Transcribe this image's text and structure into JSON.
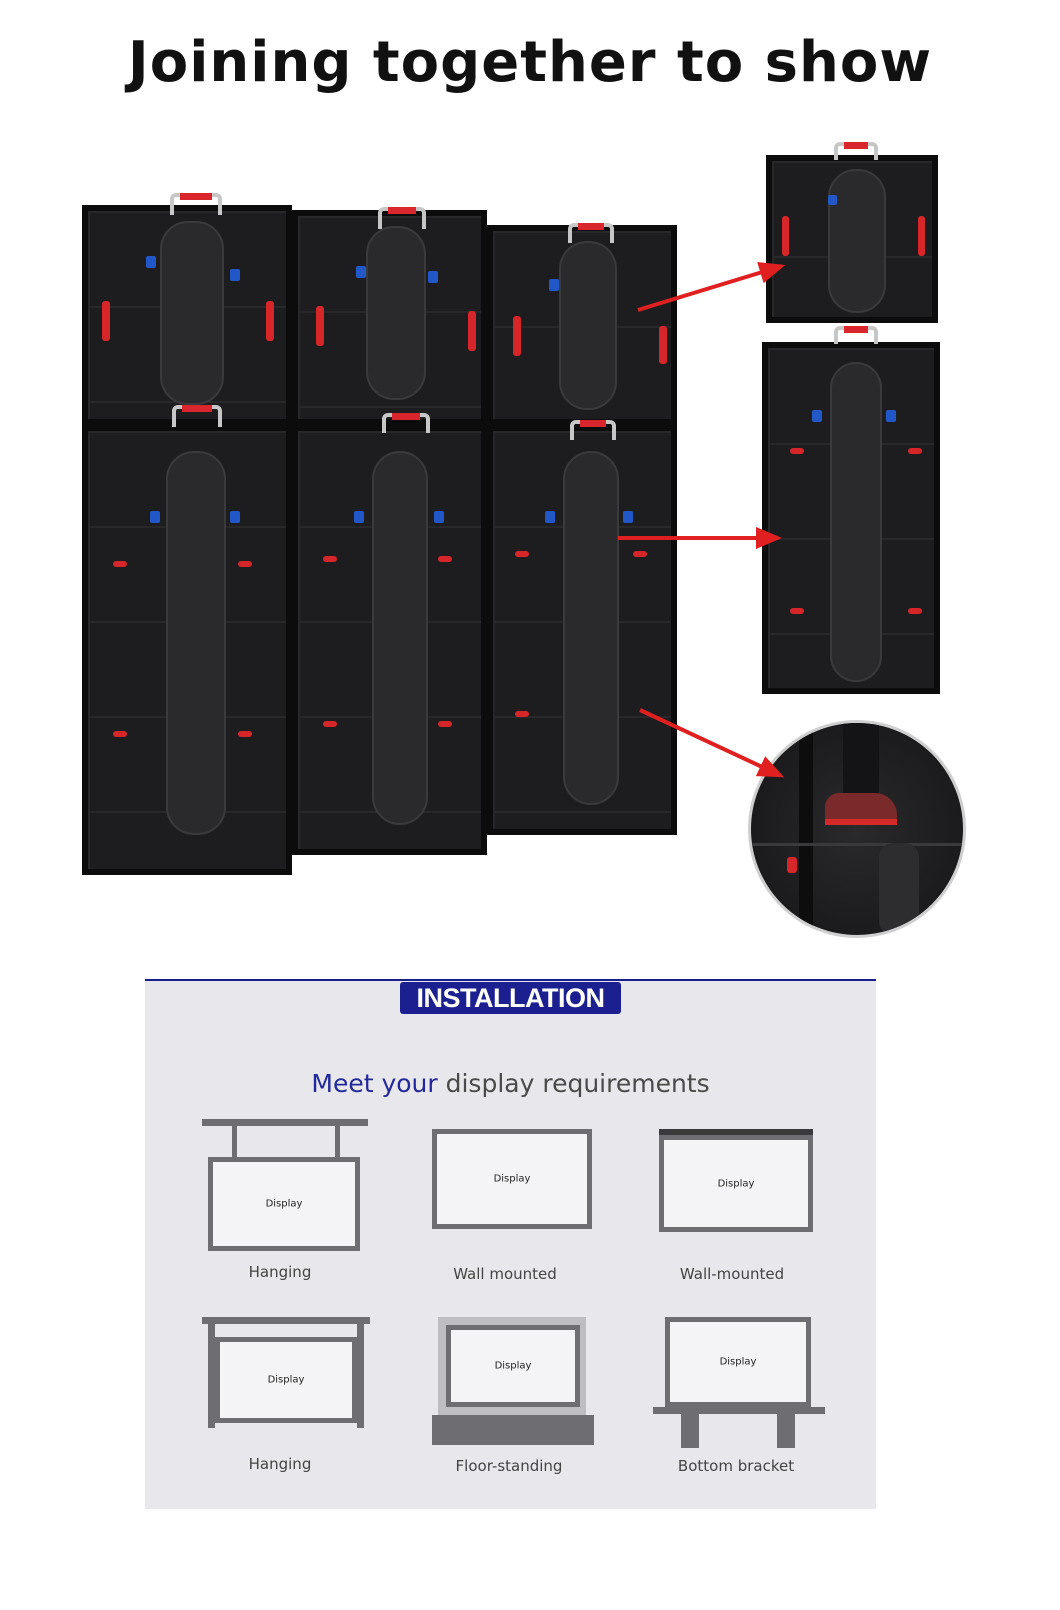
{
  "title": "Joining together to show",
  "installation": {
    "badge": "INSTALLATION",
    "subtitle_highlight": "Meet your",
    "subtitle_rest": " display requirements",
    "items": [
      {
        "screen_label": "Display",
        "caption": "Hanging"
      },
      {
        "screen_label": "Display",
        "caption": "Wall mounted"
      },
      {
        "screen_label": "Display",
        "caption": "Wall-mounted"
      },
      {
        "screen_label": "Display",
        "caption": "Hanging"
      },
      {
        "screen_label": "Display",
        "caption": "Floor-standing"
      },
      {
        "screen_label": "Display",
        "caption": "Bottom bracket"
      }
    ]
  },
  "colors": {
    "accent_navy": "#1b1f8f",
    "arrow_red": "#e02020",
    "panel_bg": "#e8e8ec"
  }
}
